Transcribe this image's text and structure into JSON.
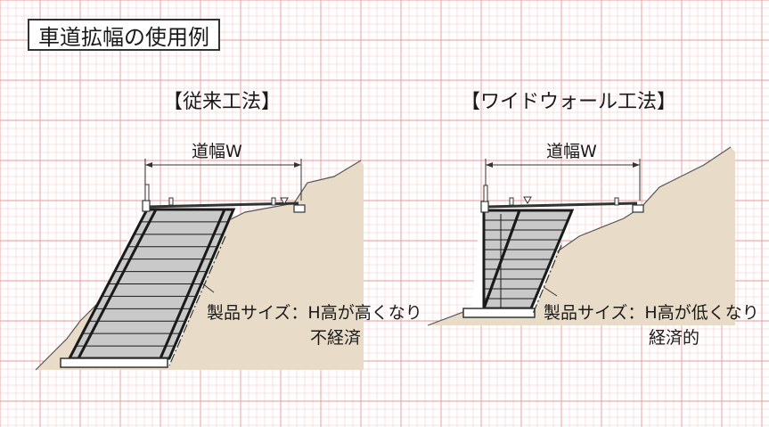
{
  "title": "車道拡幅の使用例",
  "left": {
    "heading": "【従来工法】",
    "width_label": "道幅W",
    "note_line1": "製品サイズ：H高が高くなり",
    "note_line2": "不経済"
  },
  "right": {
    "heading": "【ワイドウォール工法】",
    "width_label": "道幅W",
    "note_line1": "製品サイズ：H高が低くなり",
    "note_line2": "経済的"
  },
  "colors": {
    "grid_line": "#f3c4c4",
    "grid_major": "#e89a9a",
    "ground": "#e8dcc8",
    "block_fill": "#c9c9c9",
    "block_stroke": "#1a1a1a"
  }
}
